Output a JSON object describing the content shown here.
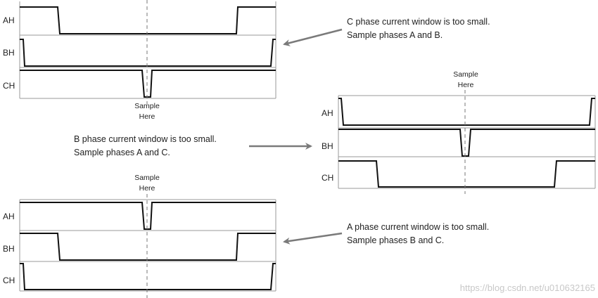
{
  "panels": {
    "top": {
      "labels": [
        "AH",
        "BH",
        "CH"
      ],
      "sample_lines": [
        "Sample",
        "Here"
      ],
      "note_lines": [
        "C phase current window is too small.",
        "Sample phases A and B."
      ]
    },
    "middle": {
      "labels": [
        "AH",
        "BH",
        "CH"
      ],
      "sample_lines": [
        "Sample",
        "Here"
      ],
      "note_lines": [
        "B phase current window is too small.",
        "Sample phases A and C."
      ]
    },
    "bottom": {
      "labels": [
        "AH",
        "BH",
        "CH"
      ],
      "sample_lines": [
        "Sample",
        "Here"
      ],
      "note_lines": [
        "A phase current window is too small.",
        "Sample phases B and C."
      ]
    }
  },
  "watermark": "https://blog.csdn.net/u010632165",
  "colors": {
    "signal": "#111111",
    "divider": "#9a9a9a",
    "arrow": "#7a7a7a",
    "guide": "#777777"
  }
}
